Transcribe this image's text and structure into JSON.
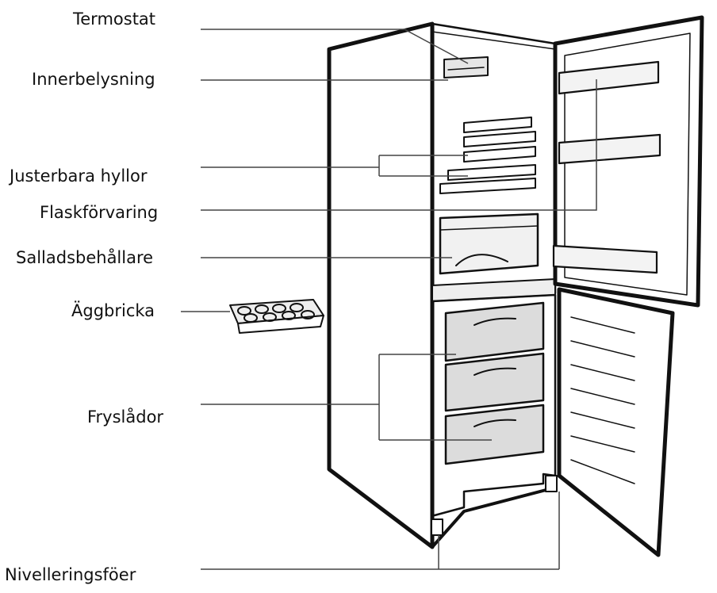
{
  "labels": {
    "termostat": "Termostat",
    "innerbelysning": "Innerbelysning",
    "justerbara": "Justerbara hyllor",
    "flask": "Flaskförvaring",
    "sallad": "Salladsbehållare",
    "agg": "Äggbricka",
    "frys": "Fryslådor",
    "nivel": "Nivelleringsföer"
  },
  "colors": {
    "line": "#444444",
    "outline": "#111111",
    "shade": "#d8d8d8"
  }
}
